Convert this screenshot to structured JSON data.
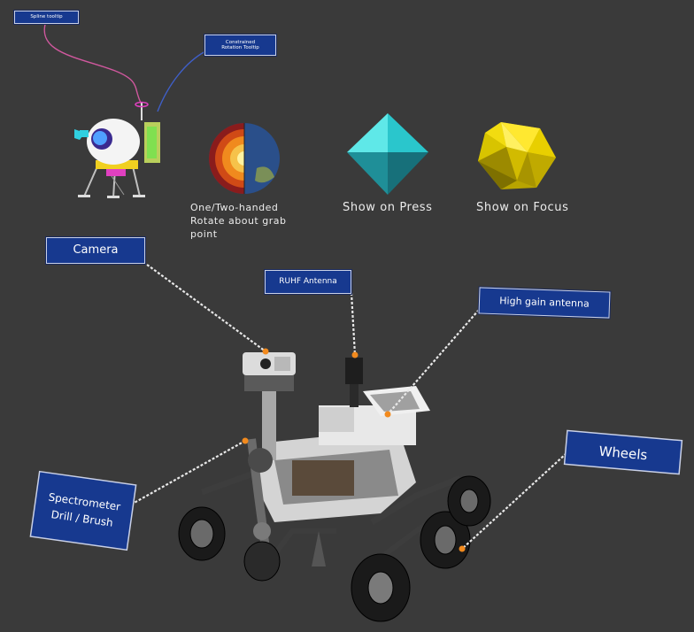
{
  "tooltips": {
    "spline": "Spline tooltip",
    "constrained_line1": "Constrained",
    "constrained_line2": "Rotation Tooltip",
    "camera": "Camera",
    "ruhf": "RUHF Antenna",
    "high_gain": "High gain antenna",
    "wheels": "Wheels",
    "spectrometer_line1": "Spectrometer",
    "spectrometer_line2": "Drill / Brush"
  },
  "labels": {
    "rotate_line1": "One/Two-handed",
    "rotate_line2": "Rotate about grab",
    "rotate_line3": "point",
    "show_on_press": "Show on Press",
    "show_on_focus": "Show on Focus"
  },
  "colors": {
    "background": "#3a3a3a",
    "tooltip_fill": "#17398f",
    "anchor": "#f28a1e",
    "octahedron": "#2fd4d4",
    "icosahedron": "#e8d400"
  }
}
